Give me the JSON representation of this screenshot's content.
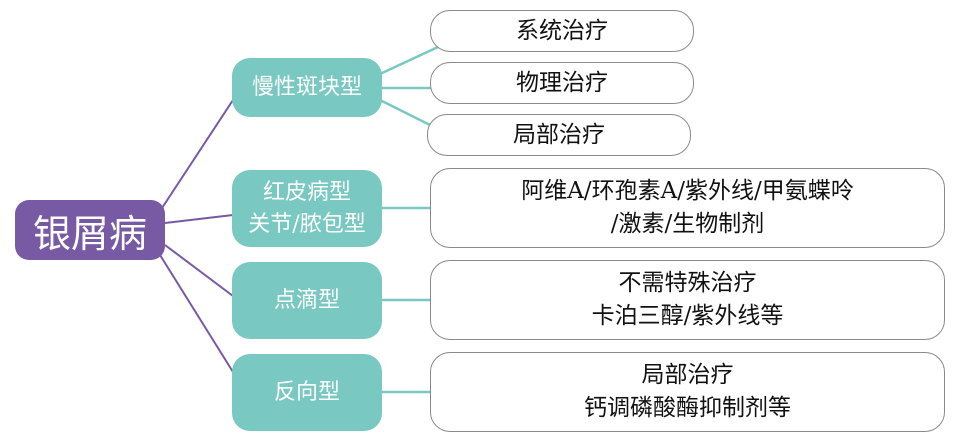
{
  "root": {
    "label": "银屑病"
  },
  "types": [
    {
      "label": "慢性斑块型",
      "treatments": [
        "系统治疗",
        "物理治疗",
        "局部治疗"
      ]
    },
    {
      "label_lines": [
        "红皮病型",
        "关节/脓包型"
      ],
      "treatment_lines": [
        "阿维A/环孢素A/紫外线/甲氨蝶呤",
        "/激素/生物制剂"
      ]
    },
    {
      "label": "点滴型",
      "treatment_lines": [
        "不需特殊治疗",
        "卡泊三醇/紫外线等"
      ]
    },
    {
      "label": "反向型",
      "treatment_lines": [
        "局部治疗",
        "钙调磷酸酶抑制剂等"
      ]
    }
  ],
  "colors": {
    "root": "#7859A3",
    "type": "#79C8C1",
    "leaf_border": "#8a8a8a"
  }
}
